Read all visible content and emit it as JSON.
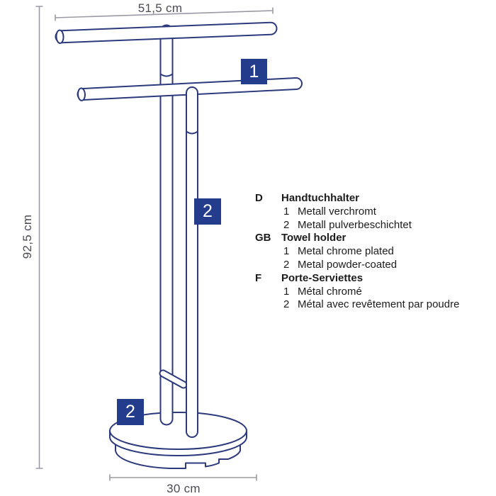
{
  "diagram": {
    "width_label": "51,5 cm",
    "height_label": "92,5 cm",
    "base_label": "30 cm",
    "markers": {
      "one": "1",
      "two_pole": "2",
      "two_base": "2"
    },
    "colors": {
      "outline": "#2c3a7d",
      "dimension_line": "#9a9aa4",
      "dimension_text": "#4a4a55",
      "marker_background": "#233c8c",
      "marker_text": "#ffffff",
      "legend_text": "#1c1c1e",
      "background": "#ffffff"
    }
  },
  "legend": {
    "sections": [
      {
        "code": "D",
        "title": "Handtuchhalter",
        "items": [
          {
            "num": "1",
            "text": "Metall verchromt"
          },
          {
            "num": "2",
            "text": "Metall pulverbeschichtet"
          }
        ]
      },
      {
        "code": "GB",
        "title": "Towel holder",
        "items": [
          {
            "num": "1",
            "text": "Metal chrome plated"
          },
          {
            "num": "2",
            "text": "Metal powder-coated"
          }
        ]
      },
      {
        "code": "F",
        "title": "Porte-Serviettes",
        "items": [
          {
            "num": "1",
            "text": "Métal chromé"
          },
          {
            "num": "2",
            "text": "Métal avec revêtement par poudre"
          }
        ]
      }
    ]
  }
}
